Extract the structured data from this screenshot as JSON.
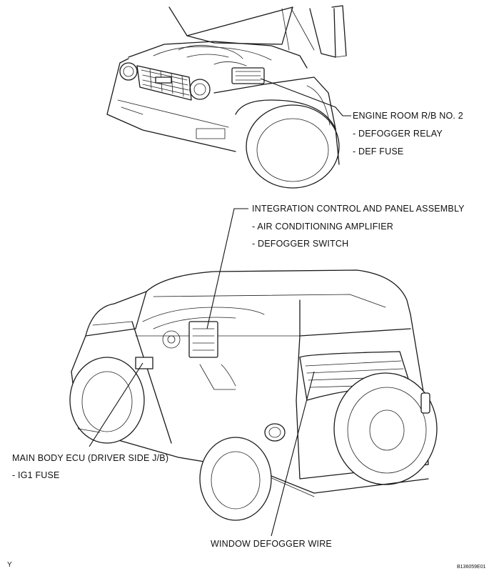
{
  "labels": {
    "engine_room": "ENGINE ROOM R/B NO. 2",
    "defogger_relay": "- DEFOGGER RELAY",
    "def_fuse": "- DEF FUSE",
    "integration_panel": "INTEGRATION CONTROL AND PANEL ASSEMBLY",
    "ac_amplifier": "- AIR CONDITIONING AMPLIFIER",
    "defogger_switch": "- DEFOGGER SWITCH",
    "main_body_ecu": "MAIN BODY ECU (DRIVER SIDE J/B)",
    "ig1_fuse": "- IG1 FUSE",
    "window_defogger": "WINDOW DEFOGGER WIRE",
    "corner_mark": "Y",
    "figure_code": "B136059E01"
  }
}
